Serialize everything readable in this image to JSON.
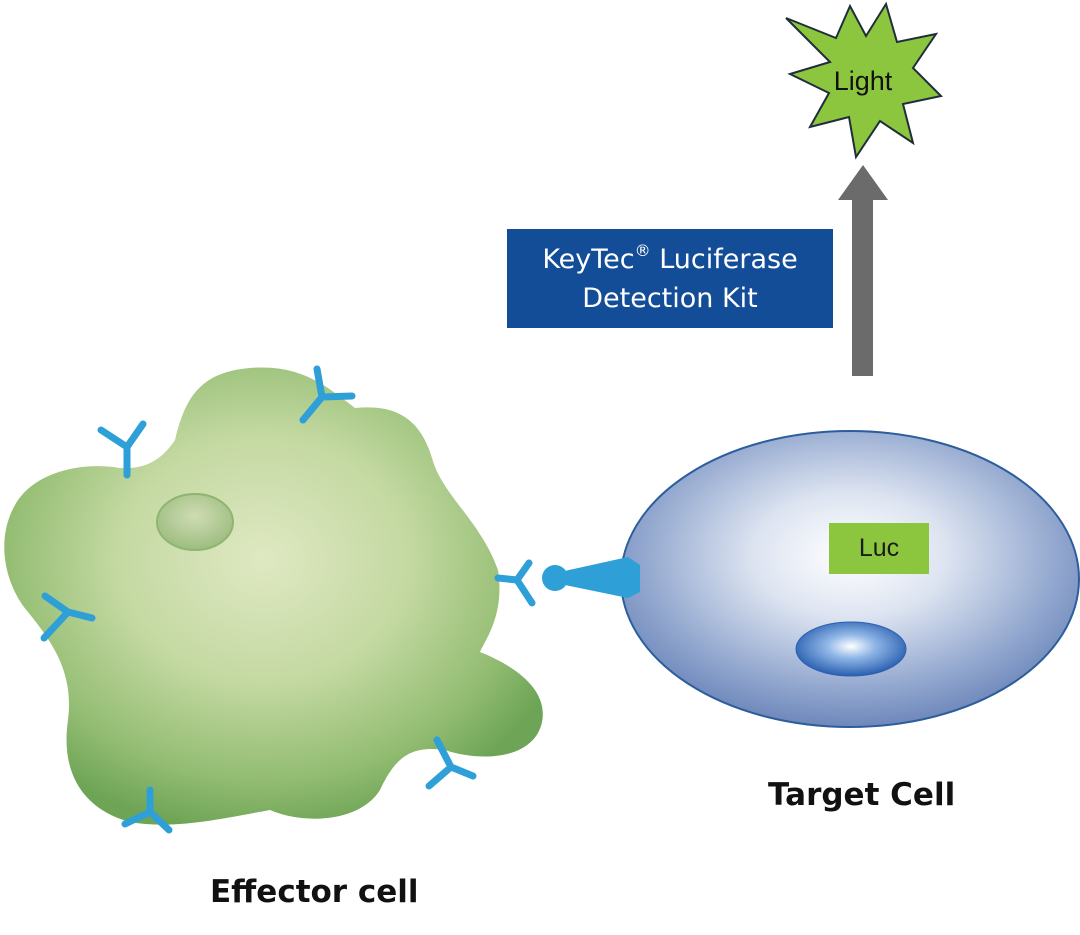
{
  "labels": {
    "light": "Light",
    "kit_line1": "KeyTec",
    "kit_registered": "®",
    "kit_line1_rest": " Luciferase",
    "kit_line2": "Detection Kit",
    "luc": "Luc",
    "target_cell": "Target Cell",
    "effector_cell": "Effector cell"
  },
  "colors": {
    "effector_green": "#7fae62",
    "target_blue": "#6b88bc",
    "antibody_blue": "#2f9fd8",
    "kit_box": "#134c97",
    "luc_box": "#8cc63f",
    "light_burst": "#8cc63f",
    "arrow_gray": "#6b6b6b"
  }
}
